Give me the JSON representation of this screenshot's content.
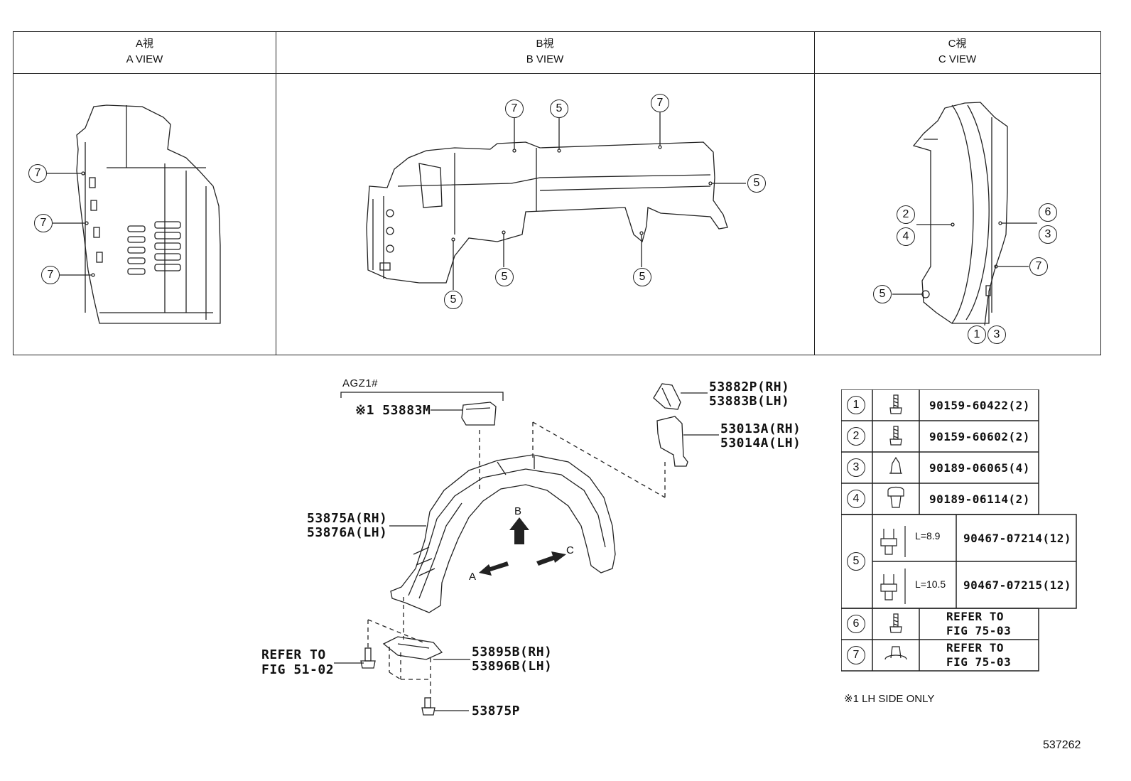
{
  "views": [
    {
      "jp": "A視",
      "en": "A VIEW"
    },
    {
      "jp": "B視",
      "en": "B VIEW"
    },
    {
      "jp": "C視",
      "en": "C VIEW"
    }
  ],
  "callouts": {
    "a": [
      "7",
      "7",
      "7"
    ],
    "b": [
      "7",
      "5",
      "7",
      "5",
      "5",
      "5",
      "5"
    ],
    "c": [
      "2",
      "4",
      "6",
      "3",
      "7",
      "5",
      "1",
      "3"
    ]
  },
  "parts": {
    "group_label": "AGZ1#",
    "p53883m": "※1 53883M",
    "p53882p": "53882P(RH)",
    "p53883b": "53883B(LH)",
    "p53013a": "53013A(RH)",
    "p53014a": "53014A(LH)",
    "p53875a": "53875A(RH)",
    "p53876a": "53876A(LH)",
    "p53895b": "53895B(RH)",
    "p53896b": "53896B(LH)",
    "refer1": "REFER TO",
    "refer2": "FIG 51-02",
    "p53875p": "53875P",
    "arrow_a": "A",
    "arrow_b": "B",
    "arrow_c": "C"
  },
  "fasteners": [
    {
      "num": "1",
      "part": "90159-60422(2)"
    },
    {
      "num": "2",
      "part": "90159-60602(2)"
    },
    {
      "num": "3",
      "part": "90189-06065(4)"
    },
    {
      "num": "4",
      "part": "90189-06114(2)"
    },
    {
      "num": "5",
      "variants": [
        {
          "length": "L=8.9",
          "part": "90467-07214(12)"
        },
        {
          "length": "L=10.5",
          "part": "90467-07215(12)"
        }
      ]
    },
    {
      "num": "6",
      "part_line1": "REFER TO",
      "part_line2": "FIG 75-03"
    },
    {
      "num": "7",
      "part_line1": "REFER TO",
      "part_line2": "FIG 75-03"
    }
  ],
  "note": "※1 LH SIDE ONLY",
  "figure_id": "537262"
}
